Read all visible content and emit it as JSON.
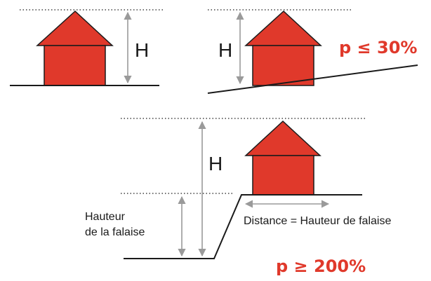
{
  "colors": {
    "house_fill": "#e0392b",
    "house_stroke": "#1a1a1a",
    "ground": "#1a1a1a",
    "measure": "#9a9a9a",
    "dotted": "#1a1a1a",
    "emphasis": "#e0392b"
  },
  "labels": {
    "height_1": "H",
    "height_2": "H",
    "height_3": "H",
    "slope_gentle": "p ≤ 30%",
    "slope_steep": "p ≥ 200%",
    "cliff_height_line1": "Hauteur",
    "cliff_height_line2": "de la falaise",
    "distance": "Distance = Hauteur de falaise"
  }
}
